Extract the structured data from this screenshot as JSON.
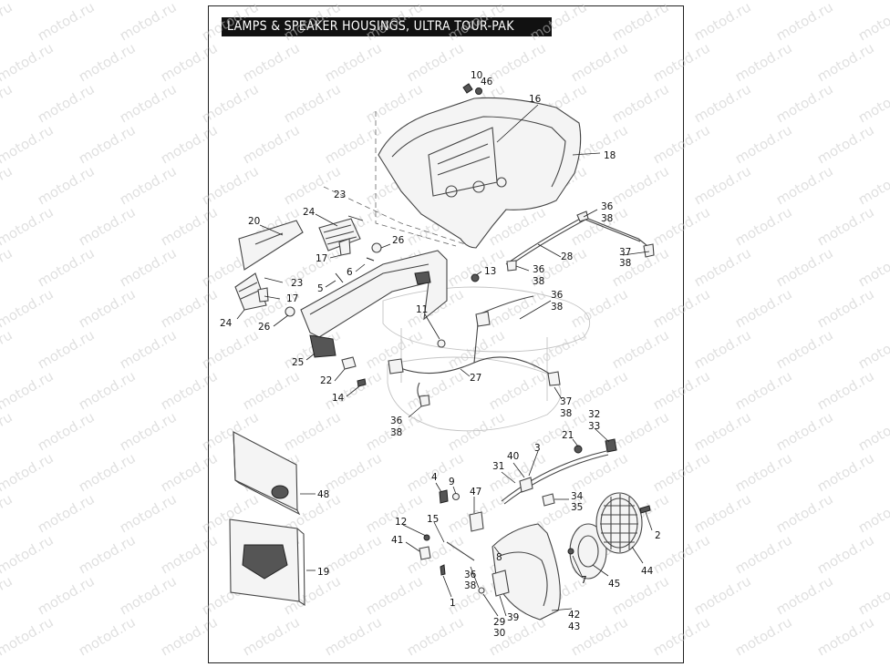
{
  "title": "LAMPS & SPEAKER HOUSINGS, ULTRA TOUR-PAK",
  "watermark": "motod.ru",
  "callouts": {
    "p10": "10",
    "p46": "46",
    "p16": "16",
    "p18": "18",
    "p23a": "23",
    "p24a": "24",
    "p20": "20",
    "p26a": "26",
    "p17a": "17",
    "p6": "6",
    "p5": "5",
    "p23b": "23",
    "p17b": "17",
    "p24b": "24",
    "p26b": "26",
    "p13": "13",
    "p36a": "36",
    "p38a": "38",
    "p28": "28",
    "p36b": "36",
    "p38b": "38",
    "p37a": "37",
    "p38c": "38",
    "p36c": "36",
    "p38d": "38",
    "p11": "11",
    "p25": "25",
    "p22": "22",
    "p14": "14",
    "p27": "27",
    "p37b": "37",
    "p38e": "38",
    "p36d": "36",
    "p38f": "38",
    "p32": "32",
    "p33": "33",
    "p21": "21",
    "p40": "40",
    "p3": "3",
    "p31": "31",
    "p48": "48",
    "p4": "4",
    "p9": "9",
    "p47": "47",
    "p34": "34",
    "p35": "35",
    "p2": "2",
    "p12": "12",
    "p15": "15",
    "p41": "41",
    "p8": "8",
    "p7": "7",
    "p45": "45",
    "p44": "44",
    "p19": "19",
    "p36e": "36",
    "p38g": "38",
    "p1": "1",
    "p29": "29",
    "p30": "30",
    "p39": "39",
    "p42": "42",
    "p43": "43"
  }
}
